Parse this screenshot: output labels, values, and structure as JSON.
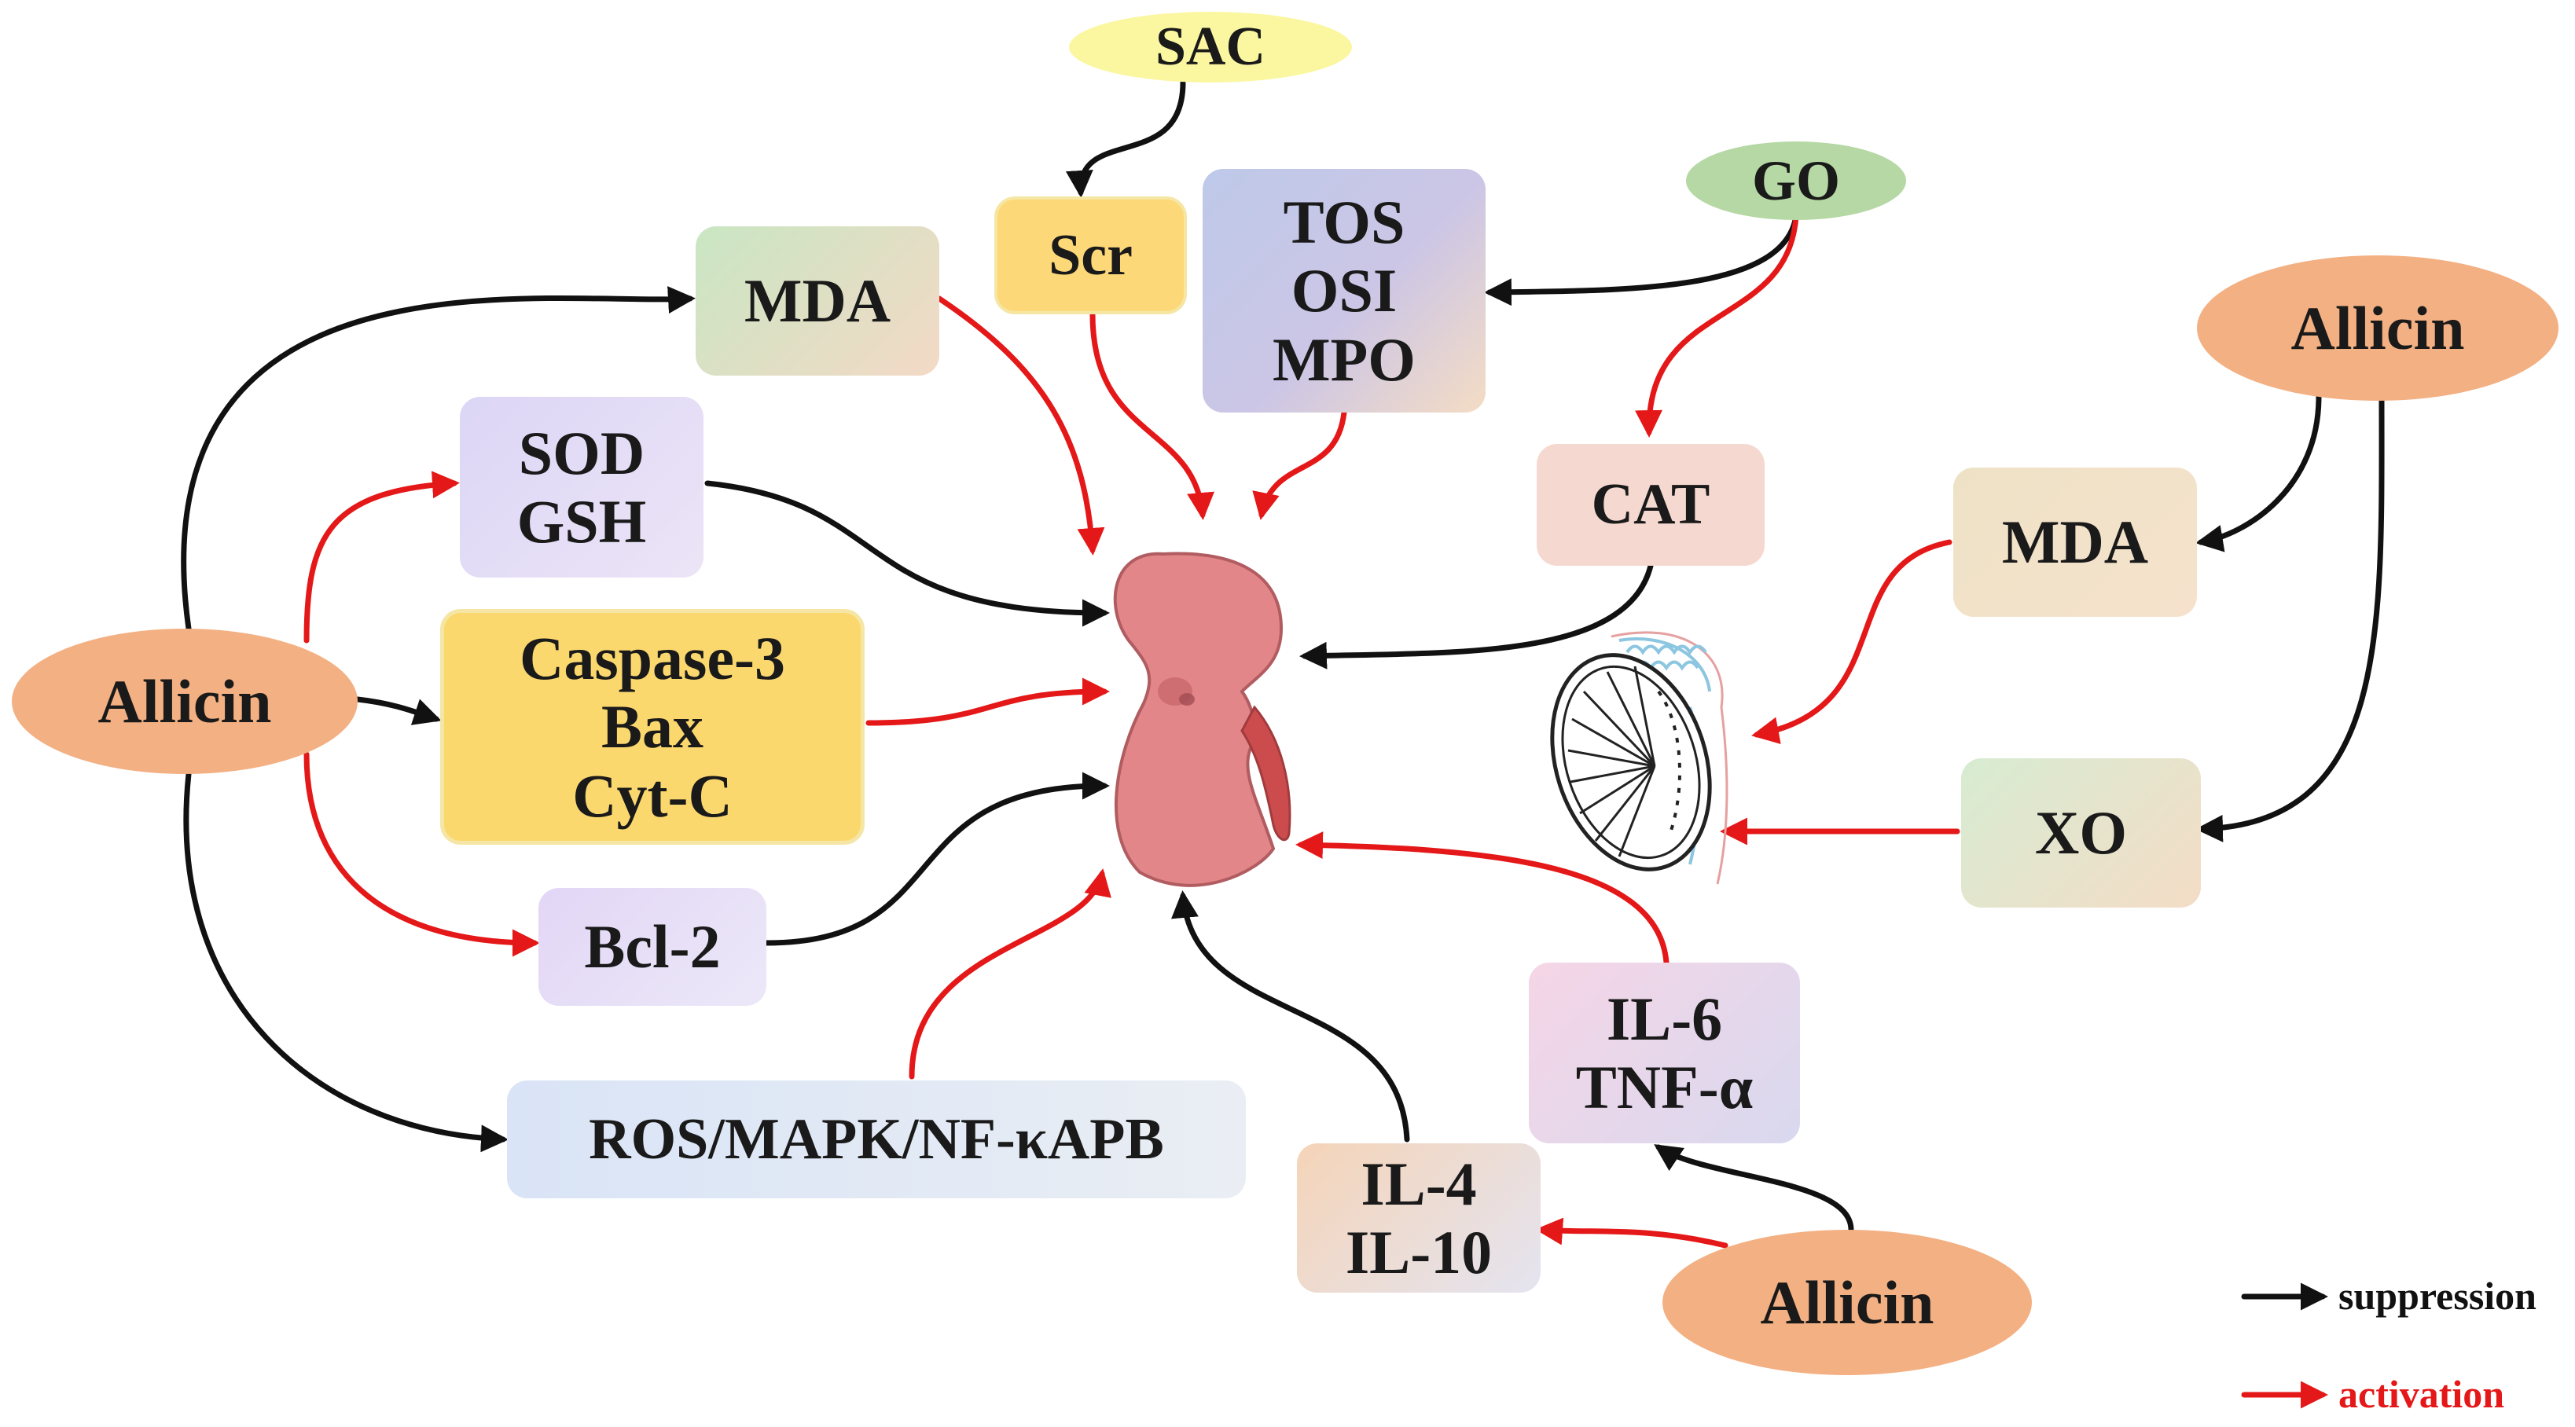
{
  "nodes": {
    "sac": {
      "label": "SAC",
      "color": "#fbf7a0"
    },
    "go": {
      "label": "GO",
      "color": "#b5d8a4"
    },
    "allicin_left": {
      "label": "Allicin",
      "color": "#f3b083"
    },
    "allicin_right": {
      "label": "Allicin",
      "color": "#f3b083"
    },
    "allicin_bottom": {
      "label": "Allicin",
      "color": "#f3b083"
    },
    "mda_top": {
      "label": "MDA"
    },
    "scr": {
      "label": "Scr"
    },
    "tos_osi_mpo": {
      "lines": [
        "TOS",
        "OSI",
        "MPO"
      ]
    },
    "sod_gsh": {
      "lines": [
        "SOD",
        "GSH"
      ]
    },
    "caspase_bax_cytc": {
      "lines": [
        "Caspase-3",
        "Bax",
        "Cyt-C"
      ]
    },
    "bcl2": {
      "label": "Bcl-2"
    },
    "ros_mapk": {
      "label": "ROS/MAPK/NF-κAPB"
    },
    "cat": {
      "label": "CAT"
    },
    "mda_right": {
      "label": "MDA"
    },
    "xo": {
      "label": "XO"
    },
    "il6_tnf": {
      "lines": [
        "IL-6",
        "TNF-α"
      ]
    },
    "il4_il10": {
      "lines": [
        "IL-4",
        "IL-10"
      ]
    }
  },
  "legend": {
    "suppression": {
      "label": "suppression",
      "color": "#111111"
    },
    "activation": {
      "label": "activation",
      "color": "#e41818"
    }
  },
  "colors": {
    "suppression_arrow": "#111111",
    "activation_arrow": "#e41818",
    "kidney": "#e3868a",
    "testis_outline": "#333333",
    "testis_accent": "#8cc6e0"
  }
}
